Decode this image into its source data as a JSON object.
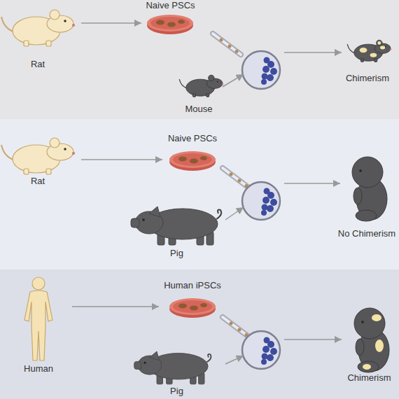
{
  "diagram": {
    "nodes": [
      {
        "text": [
          "Rat"
        ]
      },
      {
        "text": [
          "Naive PSCs"
        ]
      },
      {
        "text": [
          "Mouse"
        ]
      },
      {
        "text": [
          "Chimerism"
        ]
      },
      {
        "text": [
          "Rat"
        ]
      },
      {
        "text": [
          "Naive PSCs"
        ]
      },
      {
        "text": [
          "Pig"
        ]
      },
      {
        "text": [
          "No Chimerism"
        ]
      },
      {
        "text": [
          "Human"
        ]
      },
      {
        "text": [
          "Human iPSCs"
        ]
      },
      {
        "text": [
          "Pig"
        ]
      },
      {
        "text": [
          "Chimerism"
        ]
      }
    ],
    "edges": [
      {
        "from": 0,
        "to": 1,
        "arrow": "to"
      },
      {
        "from": 4,
        "to": 5,
        "arrow": "to"
      },
      {
        "from": 8,
        "to": 9,
        "arrow": "to"
      }
    ]
  }
}
